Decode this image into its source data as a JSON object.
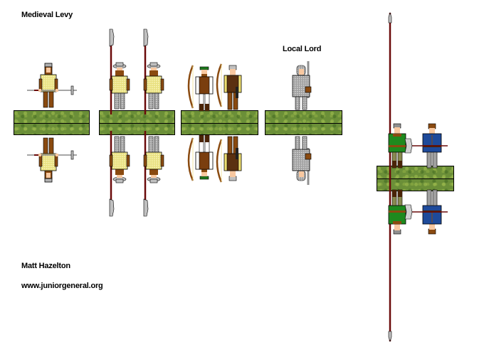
{
  "sheet": {
    "title": "Medieval Levy",
    "author": "Matt Hazelton",
    "website": "www.juniorgeneral.org"
  },
  "groups": [
    {
      "id": "levy-axeman",
      "label": "",
      "figures": [
        {
          "type": "levy-spearman",
          "weapon": "short pole-axe",
          "tunic": "#f3ec9a",
          "sleeves": "#8a4a10",
          "legs": "#8a4a10"
        }
      ]
    },
    {
      "id": "levy-billmen",
      "label": "",
      "figures": [
        {
          "type": "billman",
          "weapon": "bill",
          "tunic": "#f3ec9a",
          "beard": "#8a4a10",
          "legs": "#a8a8a8"
        },
        {
          "type": "billman",
          "weapon": "bill",
          "tunic": "#f3ec9a",
          "beard": "#8a4a10",
          "legs": "#a8a8a8"
        }
      ]
    },
    {
      "id": "levy-archers",
      "label": "",
      "figures": [
        {
          "type": "archer",
          "weapon": "longbow",
          "cap": "#1e7a1e",
          "vest": "#7a3e0e",
          "shirt": "#ffffff"
        },
        {
          "type": "archer",
          "weapon": "longbow",
          "helmet": "#c0c0c0",
          "vest": "#5a3010",
          "sleeves": "#f0e070"
        }
      ]
    },
    {
      "id": "local-lord",
      "label": "Local Lord",
      "figures": [
        {
          "type": "knight",
          "weapon": "sword",
          "armor": "#b8b8b8"
        }
      ]
    },
    {
      "id": "levy-pike-axe",
      "label": "",
      "figures": [
        {
          "type": "pikeman",
          "weapon": "long spear",
          "tunic": "#1e8a1e",
          "legs": "#8a8a50"
        },
        {
          "type": "axeman",
          "weapon": "double axe",
          "tunic": "#1e4a9a",
          "legs": "#a0a0a0"
        }
      ]
    }
  ],
  "colors": {
    "base_grass": "#6b8f38",
    "outline": "#000000",
    "skin": "#f8c8a0",
    "helmet": "#b0b0b0",
    "shaft": "#6a0a0a"
  }
}
